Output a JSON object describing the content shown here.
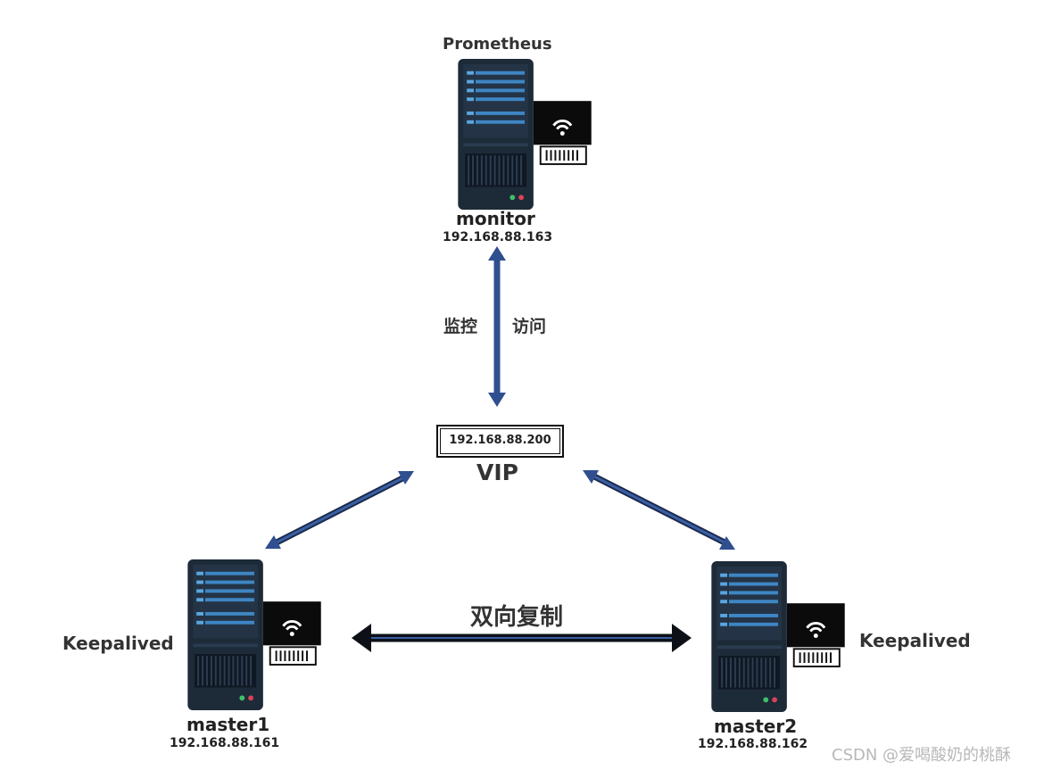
{
  "top": {
    "software": "Prometheus",
    "name": "monitor",
    "ip": "192.168.88.163"
  },
  "left": {
    "software": "Keepalived",
    "name": "master1",
    "ip": "192.168.88.161"
  },
  "right": {
    "software": "Keepalived",
    "name": "master2",
    "ip": "192.168.88.162"
  },
  "vip": {
    "ip": "192.168.88.200",
    "label": "VIP"
  },
  "links": {
    "monitor": "监控",
    "access": "访问",
    "replication": "双向复制"
  },
  "watermark": "CSDN @爱喝酸奶的桃酥",
  "colors": {
    "arrow_blue": "#2f4f8f",
    "arrow_dark": "#0d1117",
    "server_body": "#1f2d3d",
    "server_stripe": "#3e86c4"
  }
}
